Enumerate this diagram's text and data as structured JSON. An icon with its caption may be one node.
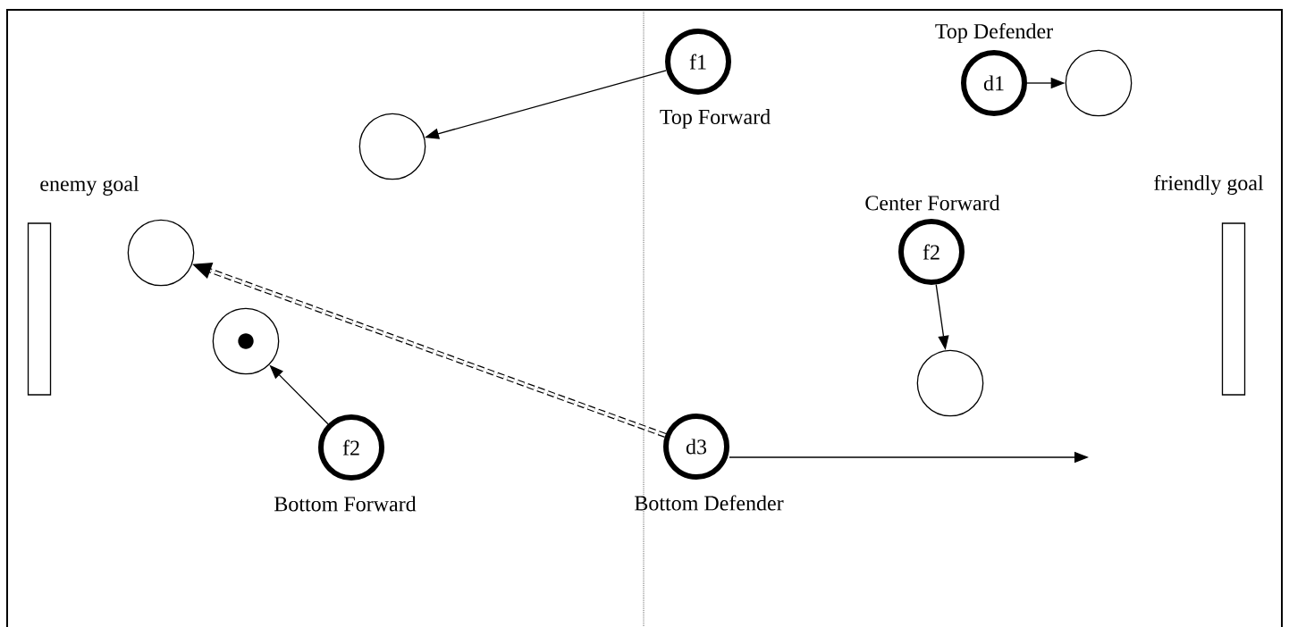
{
  "diagram": {
    "nodes": [
      {
        "text": [
          "f1"
        ],
        "beside": [
          "Top Forward"
        ]
      },
      {
        "text": [],
        "shape": "circle"
      },
      {
        "text": [
          "d1"
        ],
        "beside": [
          "Top Defender"
        ]
      },
      {
        "text": [],
        "shape": "circle"
      },
      {
        "text": [
          "enemy goal"
        ]
      },
      {
        "text": [],
        "shape": "circle"
      },
      {
        "text": [
          "f2"
        ],
        "beside": [
          "Center Forward"
        ]
      },
      {
        "text": [
          "friendly goal"
        ]
      },
      {
        "text": [],
        "shape": "circle"
      },
      {
        "text": [],
        "shape": "circle"
      },
      {
        "text": [
          "f2"
        ],
        "beside": [
          "Bottom Forward"
        ]
      },
      {
        "text": [
          "d3"
        ],
        "beside": [
          "Bottom Defender"
        ]
      }
    ],
    "edges": [
      {
        "from": 0,
        "to": 1,
        "arrow": "to"
      },
      {
        "from": 2,
        "to": 3,
        "arrow": "to"
      },
      {
        "from": 6,
        "to": 8,
        "arrow": "to"
      },
      {
        "from": 10,
        "to": 9,
        "arrow": "to"
      },
      {
        "from": 11,
        "to": 5,
        "arrow": "to",
        "style": "dashed"
      },
      {
        "from": 11,
        "to": null,
        "arrow": "to"
      }
    ]
  }
}
